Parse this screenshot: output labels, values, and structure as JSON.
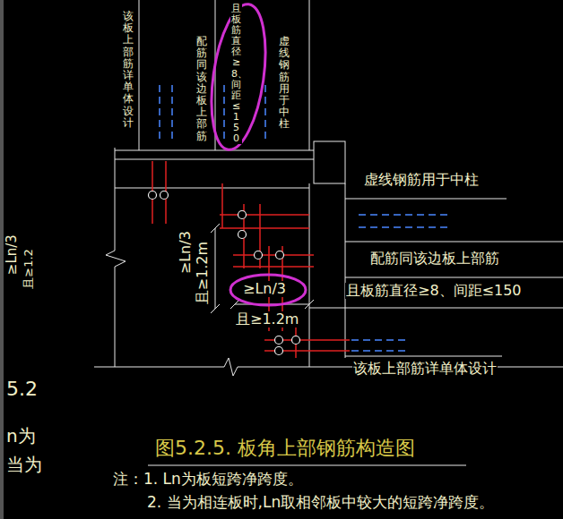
{
  "diagram": {
    "caption": "图5.2.5. 板角上部钢筋构造图",
    "labels": [
      "该板上部筋详单体设计",
      "配筋同该边板上部筋",
      "且板筋直径≥8、间距≤150",
      "虚线钢筋用于中柱",
      "虚线钢筋用于中柱",
      "配筋同该边板上部筋",
      "且板筋直径≥8、间距≤150",
      "≥Ln/3",
      "且≥1.2m",
      "≥Ln/3",
      "且≥1.2m",
      "该板上部筋详单体设计",
      "注：1. Ln为板短跨净跨度。",
      "2. 当为相连板时,Ln取相邻板中较大的短跨净跨度。",
      "≥Ln/3",
      "且≥1.2",
      "5.2",
      "n为",
      "当为"
    ]
  }
}
